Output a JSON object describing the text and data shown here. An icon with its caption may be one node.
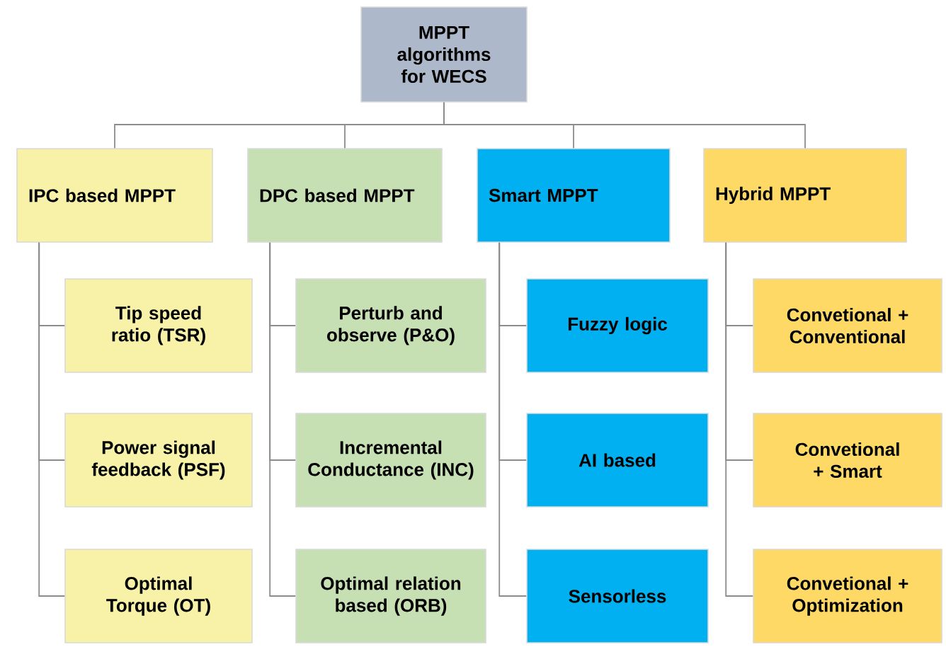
{
  "diagram": {
    "nodes": [
      {
        "text": [
          "MPPT algorithms for WECS"
        ]
      },
      {
        "text": [
          "IPC based MPPT"
        ]
      },
      {
        "text": [
          "DPC based MPPT"
        ]
      },
      {
        "text": [
          "Smart MPPT"
        ]
      },
      {
        "text": [
          "Hybrid MPPT"
        ]
      },
      {
        "text": [
          "Tip speed ratio (TSR)"
        ]
      },
      {
        "text": [
          "Power signal feedback (PSF)"
        ]
      },
      {
        "text": [
          "Optimal Torque (OT)"
        ]
      },
      {
        "text": [
          "Perturb and observe (P&O)"
        ]
      },
      {
        "text": [
          "Incremental Conductance (INC)"
        ]
      },
      {
        "text": [
          "Optimal relation based (ORB)"
        ]
      },
      {
        "text": [
          "Fuzzy logic"
        ]
      },
      {
        "text": [
          "AI based"
        ]
      },
      {
        "text": [
          "Sensorless"
        ]
      },
      {
        "text": [
          "Convetional + Conventional"
        ]
      },
      {
        "text": [
          "Convetional + Smart"
        ]
      },
      {
        "text": [
          "Convetional + Optimization"
        ]
      }
    ],
    "edges": [
      {
        "from": 0,
        "to": 1,
        "arrow": "none"
      },
      {
        "from": 0,
        "to": 2,
        "arrow": "none"
      },
      {
        "from": 0,
        "to": 3,
        "arrow": "none"
      },
      {
        "from": 0,
        "to": 4,
        "arrow": "none"
      },
      {
        "from": 1,
        "to": 5,
        "arrow": "none"
      },
      {
        "from": 1,
        "to": 6,
        "arrow": "none"
      },
      {
        "from": 1,
        "to": 7,
        "arrow": "none"
      },
      {
        "from": 2,
        "to": 8,
        "arrow": "none"
      },
      {
        "from": 2,
        "to": 9,
        "arrow": "none"
      },
      {
        "from": 2,
        "to": 10,
        "arrow": "none"
      },
      {
        "from": 3,
        "to": 11,
        "arrow": "none"
      },
      {
        "from": 3,
        "to": 12,
        "arrow": "none"
      },
      {
        "from": 3,
        "to": 13,
        "arrow": "none"
      },
      {
        "from": 4,
        "to": 14,
        "arrow": "none"
      },
      {
        "from": 4,
        "to": 15,
        "arrow": "none"
      },
      {
        "from": 4,
        "to": 16,
        "arrow": "none"
      }
    ]
  }
}
